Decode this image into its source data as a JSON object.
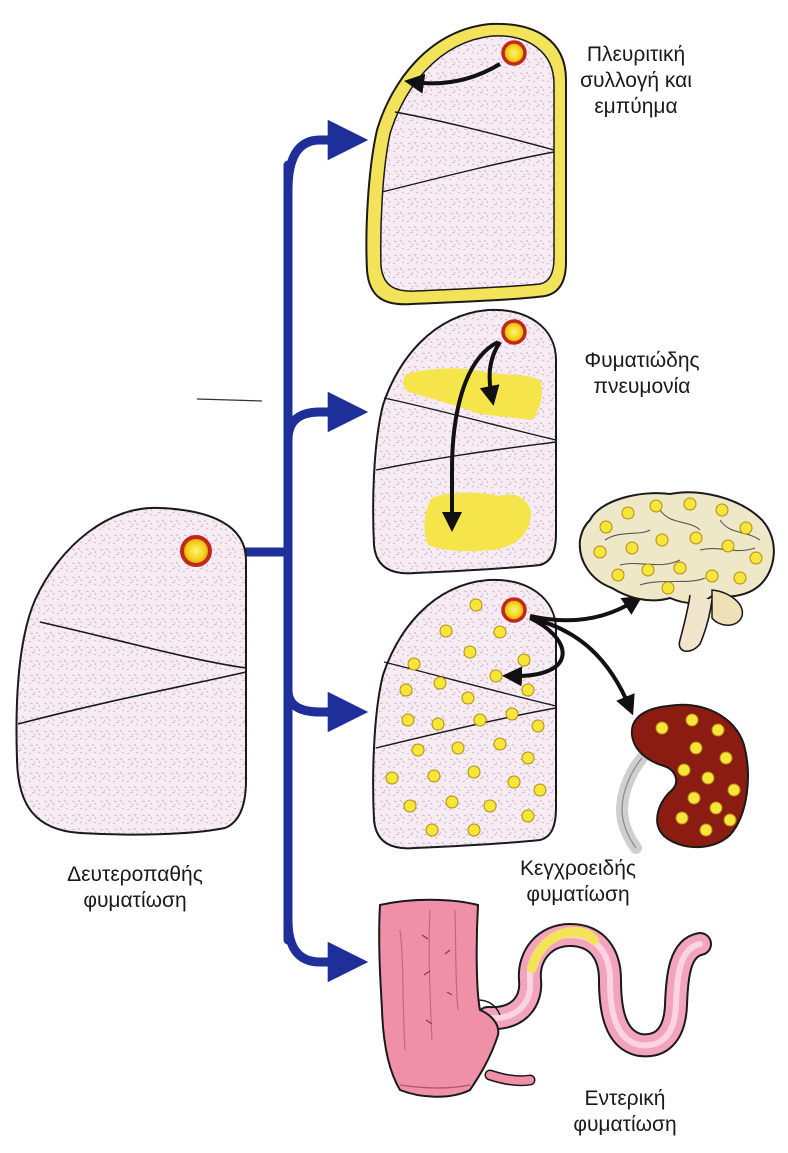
{
  "labels": {
    "secondary": {
      "line1": "Δευτεροπαθής",
      "line2": "φυματίωση"
    },
    "pleural": {
      "line1": "Πλευριτική",
      "line2": "συλλογή και",
      "line3": "εμπύημα"
    },
    "pneumonia": {
      "line1": "Φυματιώδης",
      "line2": "πνευμονία"
    },
    "miliary": {
      "line1": "Κεγχροειδής",
      "line2": "φυματίωση"
    },
    "intestinal": {
      "line1": "Εντερική",
      "line2": "φυματίωση"
    }
  },
  "colors": {
    "arrow_blue": "#1f2f9a",
    "lung_fill": "#f3e6ef",
    "lung_stroke": "#1a1a1a",
    "lesion_yellow": "#f6e63a",
    "lesion_ring": "#c0281a",
    "pleura_yellow": "#f3e35a",
    "pneumonia_patch": "#f5e44a",
    "kidney": "#8a1c12",
    "brain": "#efe8c8",
    "intestine_pink": "#f2a4bf",
    "colon_pink": "#ef8fa8"
  },
  "icons": {
    "brain": "brain-icon",
    "kidney": "kidney-icon",
    "intestine": "intestine-icon",
    "lung": "lung-icon"
  }
}
